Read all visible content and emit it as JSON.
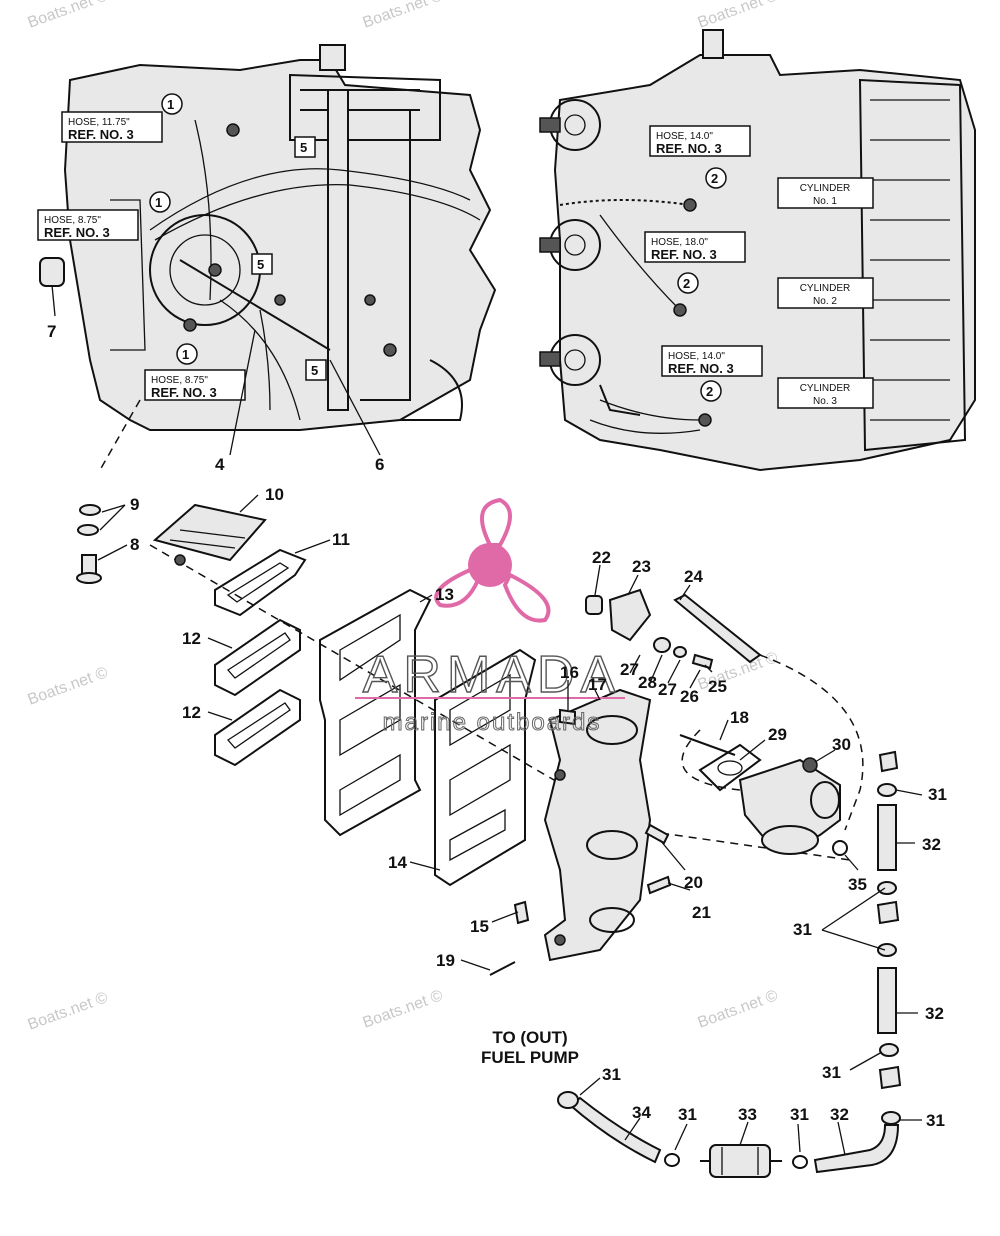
{
  "watermark": "Boats.net ©",
  "brand": {
    "name": "ARMADA",
    "tagline": "marine outboards",
    "color": "#e06aa8"
  },
  "hose_labels": [
    {
      "line1": "HOSE, 11.75\"",
      "line2": "REF. NO. 3"
    },
    {
      "line1": "HOSE, 8.75\"",
      "line2": "REF. NO. 3"
    },
    {
      "line1": "HOSE, 8.75\"",
      "line2": "REF. NO. 3"
    },
    {
      "line1": "HOSE, 14.0\"",
      "line2": "REF. NO. 3"
    },
    {
      "line1": "HOSE, 18.0\"",
      "line2": "REF. NO. 3"
    },
    {
      "line1": "HOSE, 14.0\"",
      "line2": "REF. NO. 3"
    }
  ],
  "cylinders": [
    {
      "line1": "CYLINDER",
      "line2": "No. 1"
    },
    {
      "line1": "CYLINDER",
      "line2": "No. 2"
    },
    {
      "line1": "CYLINDER",
      "line2": "No. 3"
    }
  ],
  "circled_refs": [
    "1",
    "1",
    "1",
    "2",
    "2",
    "2"
  ],
  "boxed_refs": [
    "5",
    "5",
    "5"
  ],
  "fuel_pump_note": {
    "line1": "TO (OUT)",
    "line2": "FUEL PUMP"
  },
  "callouts": [
    "4",
    "6",
    "7",
    "8",
    "9",
    "10",
    "11",
    "12",
    "12",
    "13",
    "14",
    "15",
    "16",
    "17",
    "18",
    "19",
    "20",
    "21",
    "22",
    "23",
    "24",
    "25",
    "26",
    "27",
    "27",
    "28",
    "29",
    "30",
    "31",
    "31",
    "31",
    "31",
    "31",
    "31",
    "31",
    "32",
    "32",
    "32",
    "33",
    "34",
    "35"
  ]
}
